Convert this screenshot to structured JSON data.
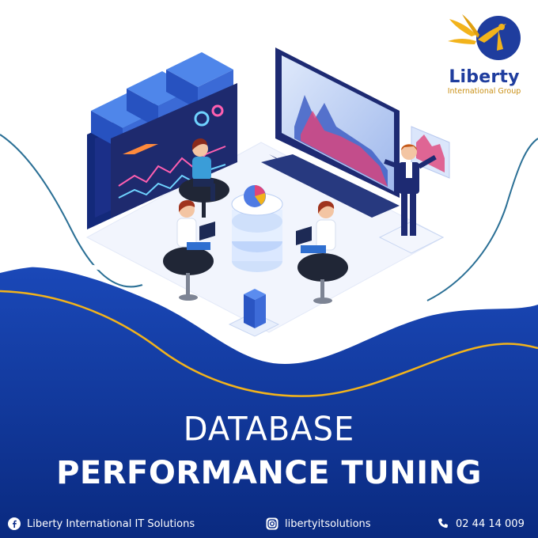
{
  "logo": {
    "name": "Liberty",
    "subtitle": "International Group"
  },
  "headline": {
    "line1": "DATABASE",
    "line2": "PERFORMANCE TUNING"
  },
  "footer": {
    "facebook": {
      "icon": "facebook-icon",
      "text": "Liberty International IT Solutions"
    },
    "instagram": {
      "icon": "instagram-icon",
      "text": "libertyitsolutions"
    },
    "phone": {
      "icon": "phone-icon",
      "text": "02 44 14 009"
    }
  },
  "colors": {
    "navy": "#0d2e8a",
    "blue": "#1845b8",
    "gold": "#f2b31b",
    "teal": "#1d6e8f"
  }
}
